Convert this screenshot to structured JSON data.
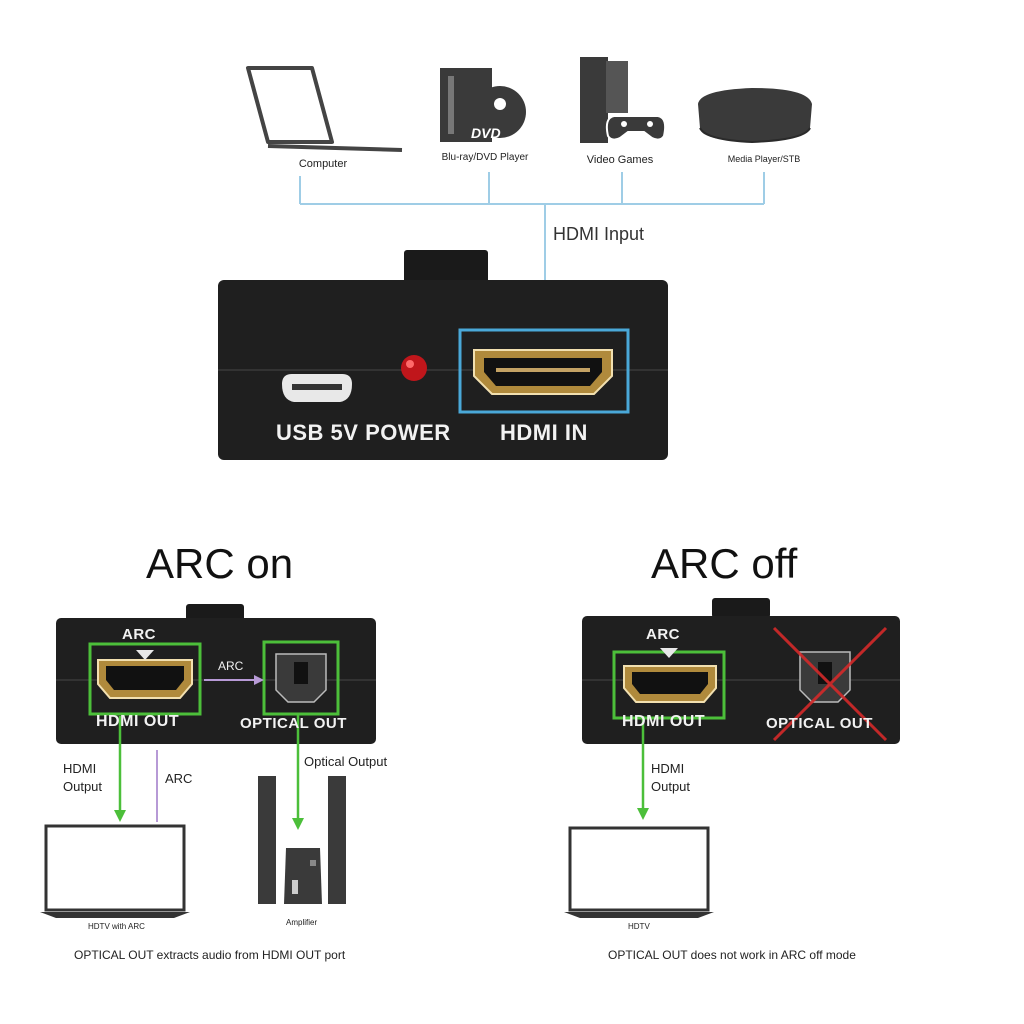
{
  "sources": [
    {
      "label": "Computer",
      "icon": "laptop-icon"
    },
    {
      "label": "Blu-ray/DVD Player",
      "icon": "dvd-player-icon",
      "disc_text": "DVD"
    },
    {
      "label": "Video Games",
      "icon": "game-console-icon"
    },
    {
      "label": "Media Player/STB",
      "icon": "set-top-box-icon"
    }
  ],
  "hdmi_input_label": "HDMI Input",
  "top_device": {
    "usb_label": "USB 5V POWER",
    "hdmi_in_label": "HDMI IN"
  },
  "arc_on": {
    "title": "ARC on",
    "arc_top_label": "ARC",
    "arc_arrow_label": "ARC",
    "hdmi_out_label": "HDMI OUT",
    "optical_out_label": "OPTICAL OUT",
    "hdmi_output_label_line1": "HDMI",
    "hdmi_output_label_line2": "Output",
    "arc_return_label": "ARC",
    "optical_output_label": "Optical Output",
    "tv_label": "HDTV with ARC",
    "amp_label": "Amplifier",
    "caption": "OPTICAL OUT extracts audio from HDMI OUT port"
  },
  "arc_off": {
    "title": "ARC off",
    "arc_top_label": "ARC",
    "hdmi_out_label": "HDMI OUT",
    "optical_out_label": "OPTICAL OUT",
    "hdmi_output_label_line1": "HDMI",
    "hdmi_output_label_line2": "Output",
    "tv_label": "HDTV",
    "caption": "OPTICAL OUT does not work in ARC off mode"
  },
  "colors": {
    "connector_line": "#9fcde6",
    "highlight_blue": "#4aa8d8",
    "highlight_green": "#4cbf3a",
    "arc_purple": "#b79ad6",
    "device_body": "#1f1f1f",
    "cross_red": "#d42a2a",
    "led_red": "#c0161b"
  }
}
